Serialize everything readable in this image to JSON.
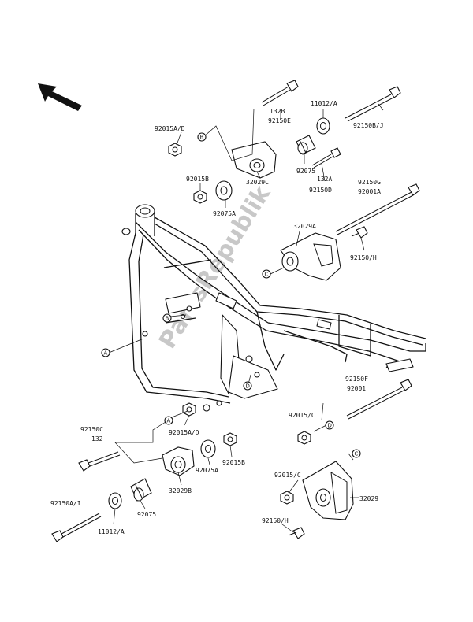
{
  "watermark": "PartsRepublik",
  "labels": {
    "p92015AD_top": "92015A/D",
    "p132B": "132B",
    "p92150E": "92150E",
    "p11012A_top": "11012/A",
    "p92150BJ": "92150B/J",
    "p92015B_top": "92015B",
    "p92075A_top": "92075A",
    "p32029C": "32029C",
    "p92075_top": "92075",
    "p132A": "132A",
    "p92150D": "92150D",
    "p92150G": "92150G",
    "p92001A": "92001A",
    "p32029A": "32029A",
    "p92150H_mid": "92150/H",
    "p92150F": "92150F",
    "p92001": "92001",
    "p92015C_a": "92015/C",
    "p92150C": "92150C",
    "p132": "132",
    "p92015AD_bot": "92015A/D",
    "p92075A_bot": "92075A",
    "p92015B_bot": "92015B",
    "p32029B": "32029B",
    "p92015C_b": "92015/C",
    "p32029": "32029",
    "p92150AI": "92150A/I",
    "p11012A_bot": "11012/A",
    "p92075_bot": "92075",
    "p92150H_bot": "92150/H"
  },
  "callouts": {
    "A": "A",
    "B": "B",
    "C": "C",
    "D": "D"
  }
}
